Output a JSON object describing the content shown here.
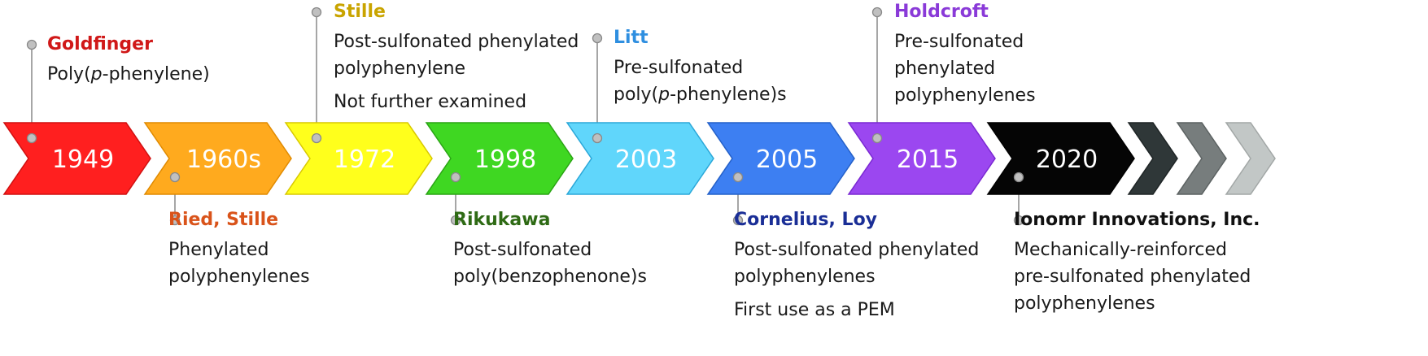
{
  "colors": {
    "connector": "#a6a6a6",
    "dot_fill": "#c0c0c0",
    "dot_stroke": "#888888"
  },
  "milestones": [
    {
      "year": "1949",
      "fill": "#ff1f1f",
      "stroke": "#d01010",
      "author": "Goldfinger",
      "author_color": "#d01818",
      "position": "above",
      "lines": [
        {
          "pre": "Poly(",
          "italic": "p",
          "post": "-phenylene)"
        }
      ]
    },
    {
      "year": "1960s",
      "fill": "#ffaa1e",
      "stroke": "#e08a00",
      "author": "Ried, Stille",
      "author_color": "#d9531a",
      "position": "below",
      "lines": [
        {
          "text": "Phenylated"
        },
        {
          "text": "polyphenylenes"
        }
      ]
    },
    {
      "year": "1972",
      "fill": "#ffff1c",
      "stroke": "#d8c800",
      "author": "Stille",
      "author_color": "#c9a400",
      "position": "above",
      "lines": [
        {
          "text": "Post-sulfonated phenylated"
        },
        {
          "text": "polyphenylene"
        },
        {
          "text": "Not further examined",
          "gap": true
        }
      ]
    },
    {
      "year": "1998",
      "fill": "#3fd722",
      "stroke": "#2aa414",
      "author": "Rikukawa",
      "author_color": "#2e6a14",
      "position": "below",
      "lines": [
        {
          "text": "Post-sulfonated"
        },
        {
          "text": "poly(benzophenone)s"
        }
      ]
    },
    {
      "year": "2003",
      "fill": "#60d6fb",
      "stroke": "#2aa7d8",
      "author": "Litt",
      "author_color": "#2f8fe0",
      "position": "above",
      "lines": [
        {
          "text": "Pre-sulfonated"
        },
        {
          "pre": "poly(",
          "italic": "p",
          "post": "-phenylene)s"
        }
      ]
    },
    {
      "year": "2005",
      "fill": "#3d7ff2",
      "stroke": "#2460c8",
      "author": "Cornelius, Loy",
      "author_color": "#1a2e96",
      "position": "below",
      "lines": [
        {
          "text": "Post-sulfonated phenylated"
        },
        {
          "text": "polyphenylenes"
        },
        {
          "text": "First use as a PEM",
          "gap": true
        }
      ]
    },
    {
      "year": "2015",
      "fill": "#9b47f0",
      "stroke": "#7a28d2",
      "author": "Holdcroft",
      "author_color": "#8a3ad8",
      "position": "above",
      "lines": [
        {
          "text": "Pre-sulfonated"
        },
        {
          "text": "phenylated"
        },
        {
          "text": "polyphenylenes"
        }
      ]
    },
    {
      "year": "2020",
      "fill": "#050505",
      "stroke": "#000000",
      "author": "Ionomr Innovations, Inc.",
      "author_color": "#111111",
      "position": "below",
      "lines": [
        {
          "text": "Mechanically-reinforced"
        },
        {
          "text": "pre-sulfonated phenylated"
        },
        {
          "text": "polyphenylenes"
        }
      ]
    }
  ],
  "trailing_chevrons": [
    {
      "fill": "#2f3738",
      "stroke": "#1f2526"
    },
    {
      "fill": "#777d7d",
      "stroke": "#5c6262"
    },
    {
      "fill": "#c2c7c6",
      "stroke": "#a2a7a6"
    }
  ]
}
